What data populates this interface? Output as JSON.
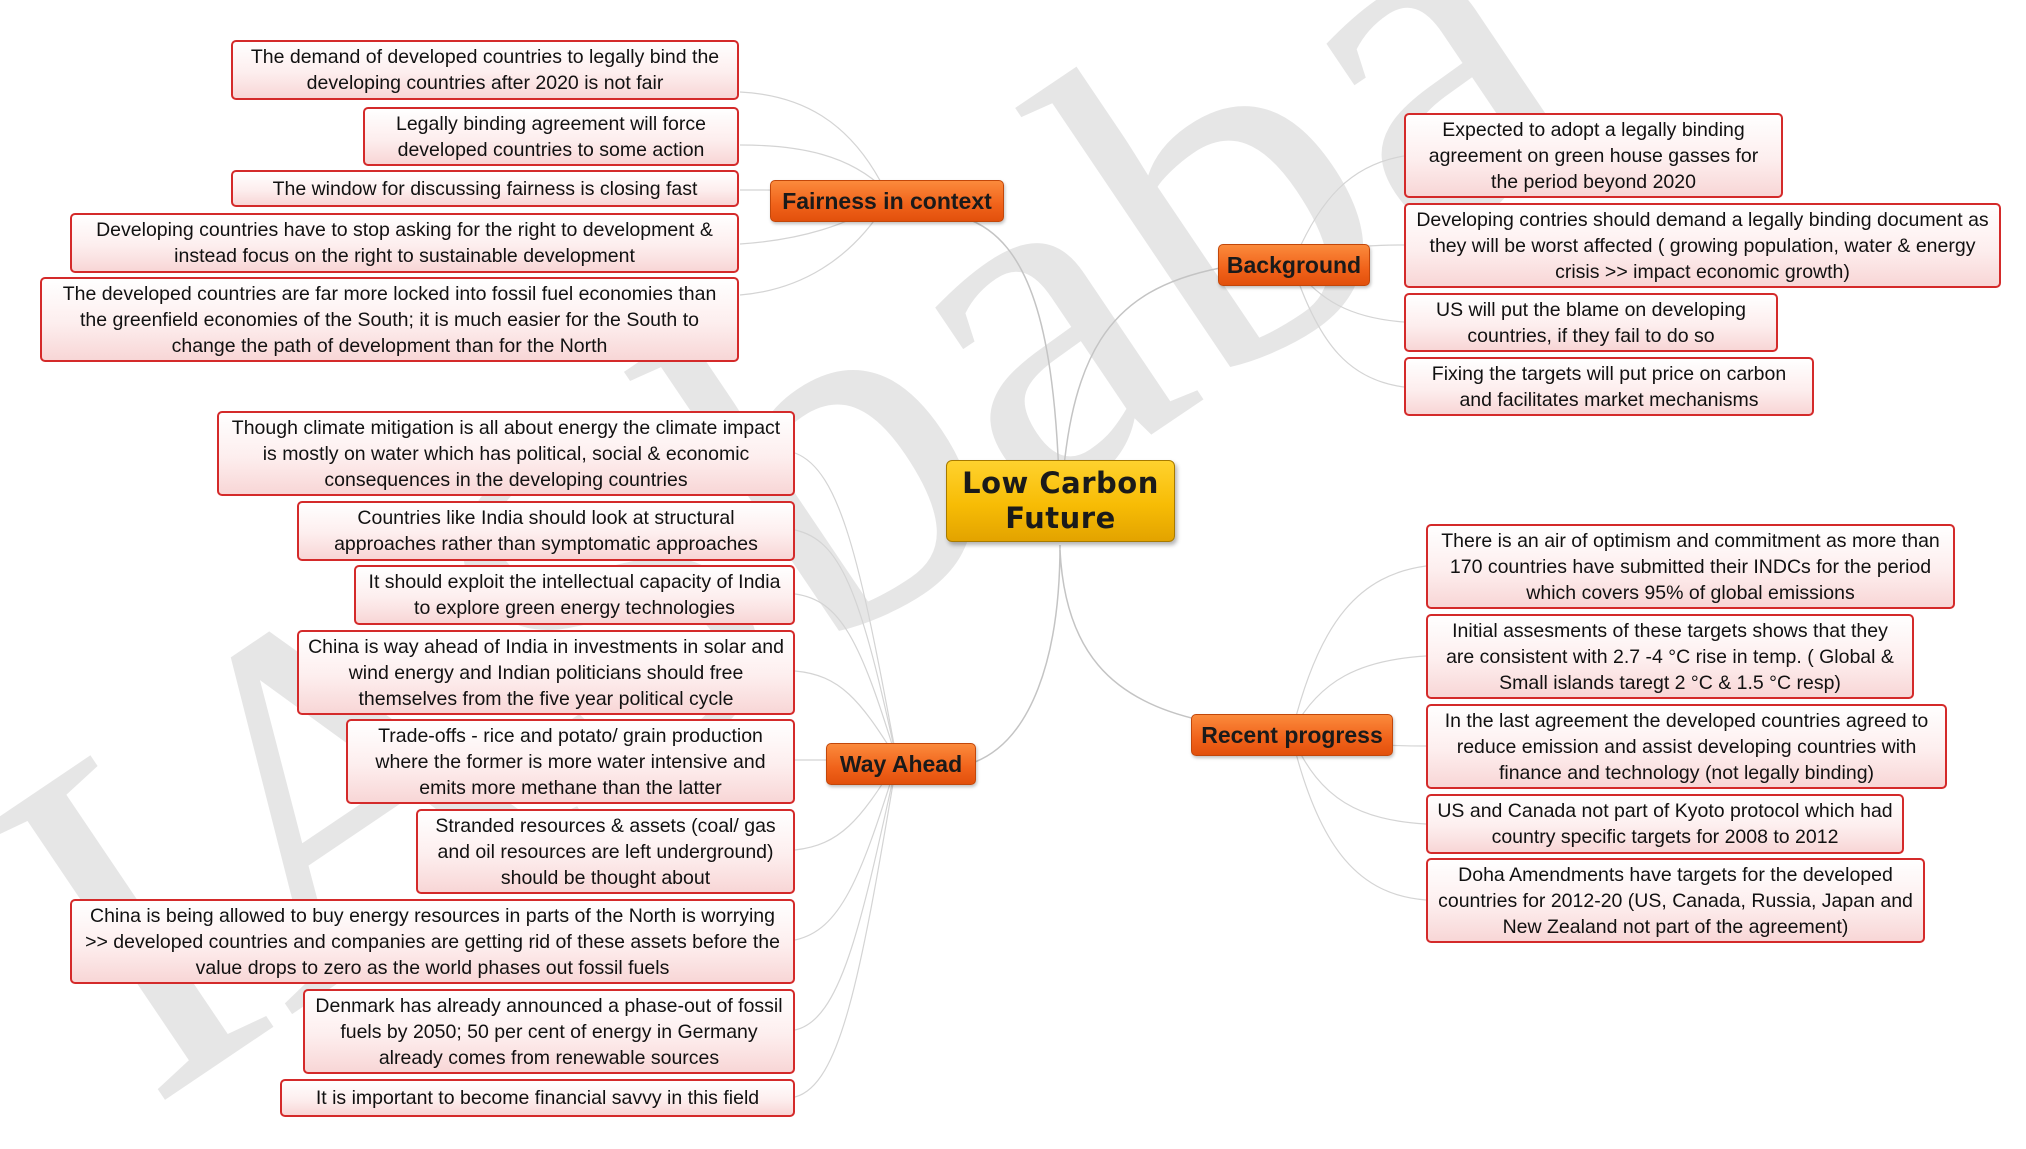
{
  "diagram": {
    "central": "Low Carbon Future",
    "watermark": "IASbaba",
    "branches": [
      {
        "label": "Fairness in context",
        "items": [
          "The demand of developed countries to legally bind the developing countries after 2020 is not fair",
          "Legally binding agreement will force developed countries to some action",
          "The window for discussing fairness is closing fast",
          "Developing countries have to stop asking for the right to development & instead focus on the right to sustainable development",
          "The developed countries are far more locked into fossil fuel economies than the greenfield economies of the South; it is much easier for the South to change the path of development than for the North"
        ]
      },
      {
        "label": "Way Ahead",
        "items": [
          "Though climate mitigation is all about energy the climate impact is mostly on water which has political, social & economic consequences in the developing countries",
          "Countries like India should look at structural approaches rather than symptomatic approaches",
          "It should exploit the intellectual capacity of India to explore green energy technologies",
          "China is  way ahead of India in investments in solar and wind energy and Indian politicians should free themselves from the five year political cycle",
          "Trade-offs - rice and potato/ grain production where the former is more water intensive and emits more methane than the latter",
          "Stranded resources & assets (coal/ gas and oil resources are left underground) should be thought about",
          "China is being allowed to buy energy resources in parts of the North is worrying >> developed countries and companies are getting rid of these assets before the value drops to zero as the world phases out fossil fuels",
          "Denmark has already announced a phase-out of fossil fuels by 2050; 50 per cent of energy in Germany already comes from renewable sources",
          "It is important to become financial savvy in this field"
        ]
      },
      {
        "label": "Background",
        "items": [
          "Expected to adopt a legally binding agreement on green house gasses for the period beyond 2020",
          "Developing contries should demand a legally binding document as they will be worst affected ( growing population, water & energy crisis >> impact economic growth)",
          "US will put the blame on developing countries, if they fail to do so",
          "Fixing the targets will put price on carbon and facilitates market mechanisms"
        ]
      },
      {
        "label": "Recent progress",
        "items": [
          "There is an air of optimism and commitment as more than 170 countries have submitted their INDCs for the period which covers 95% of global emissions",
          "Initial assesments of these targets shows that they are consistent with 2.7 -4 °C rise in temp. ( Global & Small islands taregt 2 °C & 1.5 °C resp)",
          "In the last agreement the developed countries agreed to reduce emission and assist developing countries with finance and technology (not legally binding)",
          "US and Canada not part of Kyoto protocol which had country specific targets for 2008 to 2012",
          "Doha Amendments have targets for the developed countries for 2012-20 (US, Canada, Russia, Japan and New Zealand not part of the agreement)"
        ]
      }
    ]
  }
}
